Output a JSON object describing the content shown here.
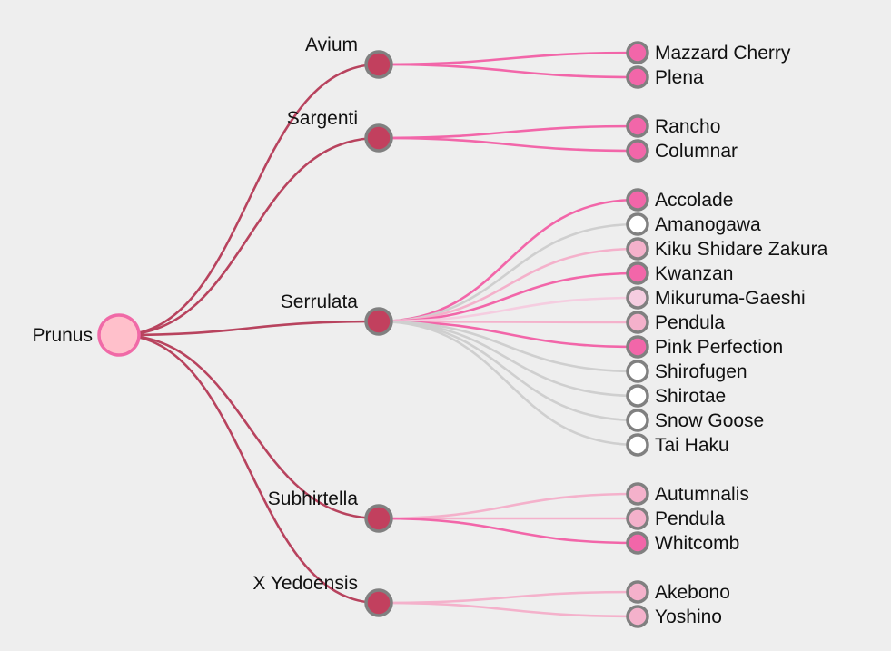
{
  "colors": {
    "background": "#eeeeee",
    "root_fill": "#ffc0cb",
    "root_stroke": "#f06aa7",
    "branch_fill": "#c2405e",
    "branch_link": "#b8435e",
    "node_stroke": "#808080",
    "hot_pink": "#f266a9",
    "light_pink": "#f4b1cb",
    "pale_pink": "#f5cde0",
    "white": "#ffffff",
    "grey_link": "#cfcfcf"
  },
  "tree": {
    "name": "Prunus",
    "children": [
      {
        "name": "Avium",
        "children": [
          {
            "name": "Mazzard Cherry",
            "color": "hot_pink"
          },
          {
            "name": "Plena",
            "color": "hot_pink"
          }
        ]
      },
      {
        "name": "Sargenti",
        "children": [
          {
            "name": "Rancho",
            "color": "hot_pink"
          },
          {
            "name": "Columnar",
            "color": "hot_pink"
          }
        ]
      },
      {
        "name": "Serrulata",
        "children": [
          {
            "name": "Accolade",
            "color": "hot_pink"
          },
          {
            "name": "Amanogawa",
            "color": "white"
          },
          {
            "name": "Kiku Shidare Zakura",
            "color": "light_pink"
          },
          {
            "name": "Kwanzan",
            "color": "hot_pink"
          },
          {
            "name": "Mikuruma-Gaeshi",
            "color": "pale_pink"
          },
          {
            "name": "Pendula",
            "color": "light_pink"
          },
          {
            "name": "Pink Perfection",
            "color": "hot_pink"
          },
          {
            "name": "Shirofugen",
            "color": "white"
          },
          {
            "name": "Shirotae",
            "color": "white"
          },
          {
            "name": "Snow Goose",
            "color": "white"
          },
          {
            "name": "Tai Haku",
            "color": "white"
          }
        ]
      },
      {
        "name": "Subhirtella",
        "children": [
          {
            "name": "Autumnalis",
            "color": "light_pink"
          },
          {
            "name": "Pendula",
            "color": "light_pink"
          },
          {
            "name": "Whitcomb",
            "color": "hot_pink"
          }
        ]
      },
      {
        "name": "X Yedoensis",
        "children": [
          {
            "name": "Akebono",
            "color": "light_pink"
          },
          {
            "name": "Yoshino",
            "color": "light_pink"
          }
        ]
      }
    ]
  }
}
